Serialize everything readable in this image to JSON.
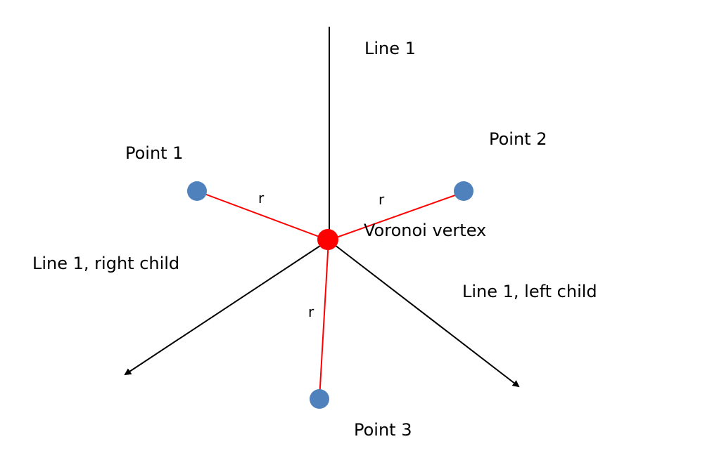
{
  "colors": {
    "background": "#ffffff",
    "black_line": "#000000",
    "radius_line": "#ff0000",
    "site_point": "#4f81bd",
    "vertex_point": "#ff0000",
    "text": "#000000"
  },
  "labels": {
    "line1": "Line 1",
    "point1": "Point 1",
    "point2": "Point 2",
    "point3": "Point 3",
    "vertex": "Voronoi vertex",
    "right_child": "Line 1, right child",
    "left_child": "Line 1, left child",
    "radius": "r"
  }
}
